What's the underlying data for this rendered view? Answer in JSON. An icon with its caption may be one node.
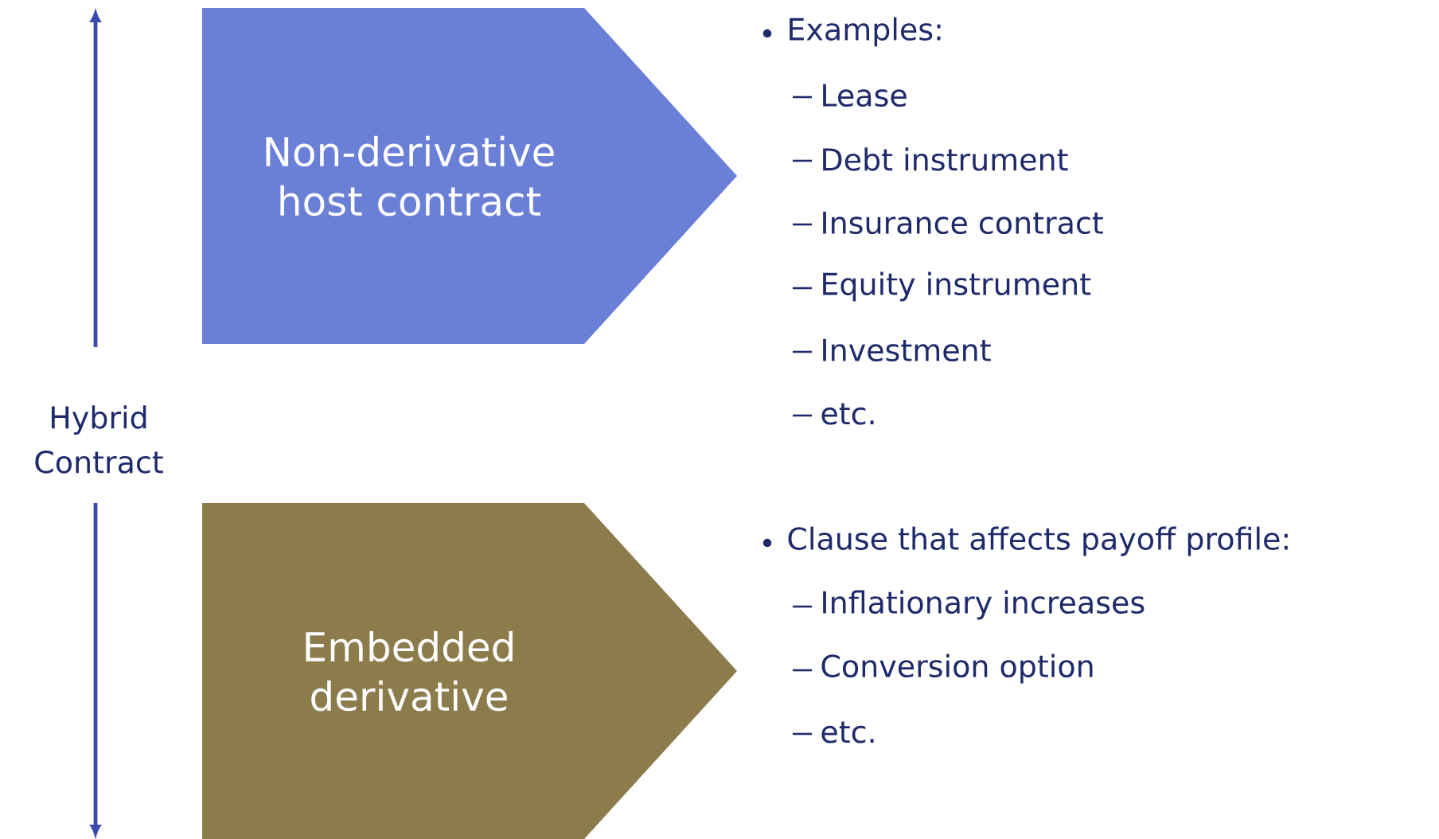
{
  "diagram": {
    "nodes": [
      {
        "text": [
          "Hybrid Contract"
        ]
      },
      {
        "text": [
          "Non-derivative host contract"
        ]
      },
      {
        "text": [
          "Embedded derivative"
        ]
      }
    ],
    "labels": [
      "Examples:",
      "Lease",
      "Debt instrument",
      "Insurance contract",
      "Equity instrument",
      "Investment",
      "etc.",
      "Clause that affects payoff profile:",
      "Inflationary increases",
      "Conversion option",
      "etc."
    ]
  }
}
